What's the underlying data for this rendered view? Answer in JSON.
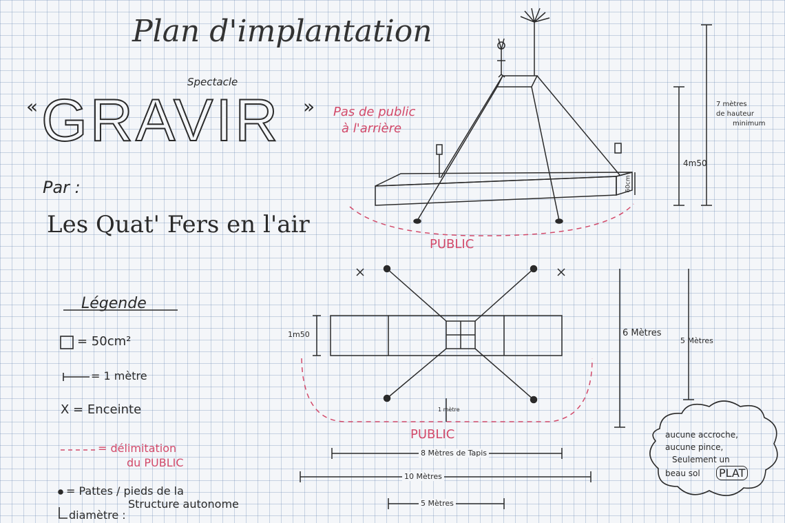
{
  "title": "Plan d'implantation",
  "show_label": "Spectacle",
  "show_name": "GRAVIR",
  "open_quote": "«",
  "close_quote": "»",
  "by_label": "Par :",
  "company": "Les Quat' Fers en l'air",
  "no_public_back_line1": "Pas de public",
  "no_public_back_line2": "à l'arrière",
  "public_top": "PUBLIC",
  "public_bottom": "PUBLIC",
  "elevation_dims": {
    "total_height_line1": "7 mètres",
    "total_height_line2": "de hauteur",
    "total_height_line3": "minimum",
    "structure_height": "4m50",
    "platform_height": "60cm"
  },
  "legend": {
    "title": "Légende",
    "square": "= 50cm²",
    "meter": "= 1 mètre",
    "speaker": "X = Enceinte",
    "public_limit_line1": "= délimitation",
    "public_limit_line2": "du PUBLIC",
    "feet_line1": "= Pattes / pieds de la",
    "feet_line2": "Structure autonome",
    "feet_line3": "diamètre :"
  },
  "plan_dims": {
    "mat_depth": "1m50",
    "depth_6m": "6 Mètres",
    "depth_5m": "5 Mètres",
    "public_gap": "1 mètre",
    "mat_length": "8 Mètres de Tapis",
    "total_width": "10 Mètres",
    "half_width": "5 Mètres"
  },
  "cloud_note": {
    "line1": "aucune accroche,",
    "line2": "aucune pince,",
    "line3": "Seulement un",
    "line4": "beau sol",
    "line5": "PLAT"
  },
  "colors": {
    "ink": "#2a2a2a",
    "pink": "#d24a6a",
    "grid": "#6e8cb4"
  }
}
